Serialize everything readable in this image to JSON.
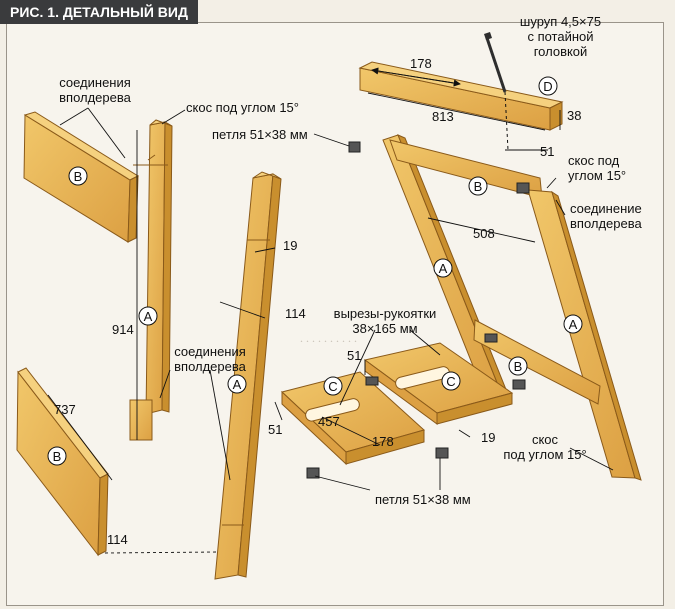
{
  "title": "РИС. 1. ДЕТАЛЬНЫЙ ВИД",
  "part_letters": {
    "a": "A",
    "b": "B",
    "c": "C",
    "d": "D"
  },
  "labels": {
    "joints_top": "соединения\nвполдерева",
    "bevel_top": "скос под углом 15°",
    "hinge_top": "петля 51×38 мм",
    "screw": "шуруп 4,5×75\nс потайной\nголовкой",
    "bevel_right": "скос под\nуглом 15°",
    "joint_right": "соединение\nвполдерева",
    "joints_mid": "соединения\nвполдерева",
    "cutouts": "вырезы-рукоятки\n38×165 мм",
    "bevel_bottom": "скос\nпод углом 15°",
    "hinge_bottom": "петля 51×38 мм"
  },
  "dimensions": {
    "d178_top": "178",
    "d813": "813",
    "d38": "38",
    "d51_right": "51",
    "d508": "508",
    "d19_top": "19",
    "d114_mid": "114",
    "d914": "914",
    "d737": "737",
    "d114_bottom": "114",
    "d51_left": "51",
    "d457": "457",
    "d178_bottom": "178",
    "d51_cut": "51",
    "d19_bottom": "19"
  },
  "colors": {
    "wood": "#e8b652",
    "wood_dark": "#c98f2e",
    "wood_edge": "#8a5a1a",
    "circle": "#ffffff"
  }
}
